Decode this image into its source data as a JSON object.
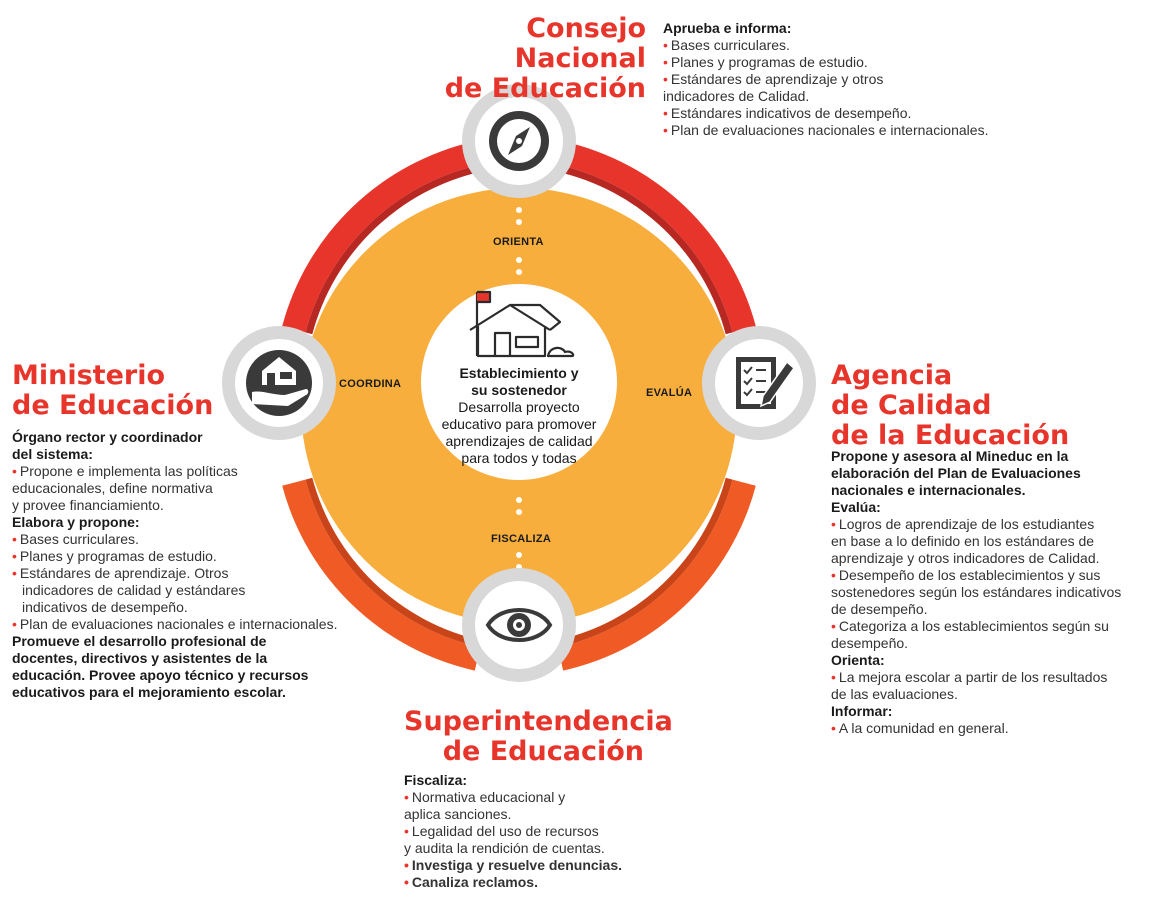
{
  "center": {
    "title_line1": "Establecimiento y",
    "title_line2": "su sostenedor",
    "desc_lines": [
      "Desarrolla proyecto",
      "educativo para promover",
      "aprendizajes de calidad",
      "para todos y todas"
    ]
  },
  "connectors": {
    "orienta": "ORIENTA",
    "coordina": "COORDINA",
    "evalua": "EVALÚA",
    "fiscaliza": "FISCALIZA"
  },
  "consejo": {
    "title_line1": "Consejo Nacional",
    "title_line2": "de Educación",
    "heading": "Aprueba e informa:",
    "items": [
      "Bases curriculares.",
      "Planes y programas de estudio.",
      "Estándares de aprendizaje y otros",
      "Estándares indicativos de desempeño.",
      "Plan de evaluaciones nacionales e internacionales."
    ],
    "continuation": "indicadores de Calidad."
  },
  "ministerio": {
    "title_line1": "Ministerio",
    "title_line2": "de Educación",
    "heading1_line1": "Órgano rector y coordinador",
    "heading1_line2": "del sistema:",
    "item1_line1": "Propone e implementa las políticas",
    "item1_line2": "educacionales, define normativa",
    "item1_line3": "y provee financiamiento.",
    "heading2": "Elabora y propone:",
    "items2": [
      "Bases curriculares.",
      "Planes y programas de estudio.",
      "Estándares de aprendizaje. Otros"
    ],
    "items2_cont1": "indicadores de calidad y estándares",
    "items2_cont2": "indicativos de desempeño.",
    "item_last": "Plan de evaluaciones nacionales e internacionales.",
    "bold_lines": [
      "Promueve el desarrollo profesional de",
      "docentes, directivos y asistentes de la",
      "educación. Provee apoyo técnico y recursos",
      "educativos para el mejoramiento escolar."
    ]
  },
  "agencia": {
    "title_line1": "Agencia",
    "title_line2": "de Calidad",
    "title_line3": "de la Educación",
    "intro_lines": [
      "Propone y asesora al Mineduc en la",
      "elaboración del Plan de Evaluaciones",
      "nacionales e internacionales."
    ],
    "heading_evalua": "Evalúa:",
    "evalua_item1": [
      "Logros de aprendizaje de los estudiantes",
      "en base a lo definido en los estándares de",
      "aprendizaje y otros indicadores de Calidad."
    ],
    "evalua_item2": [
      "Desempeño de los establecimientos y sus",
      "sostenedores según los estándares indicativos",
      "de desempeño."
    ],
    "evalua_item3": [
      "Categoriza a los establecimientos según su",
      "desempeño."
    ],
    "heading_orienta": "Orienta:",
    "orienta_item": [
      "La mejora escolar a partir de los resultados",
      "de las evaluaciones."
    ],
    "heading_informar": "Informar:",
    "informar_item": "A la comunidad en general."
  },
  "superintendencia": {
    "title_line1": "Superintendencia",
    "title_line2": "de Educación",
    "heading": "Fiscaliza:",
    "item1": [
      "Normativa educacional y",
      "aplica sanciones."
    ],
    "item2": [
      "Legalidad del uso de recursos",
      "y audita la  rendición de cuentas."
    ],
    "bold_item1": "Investiga y resuelve denuncias.",
    "bold_item2": "Canaliza reclamos."
  },
  "icons": {
    "consejo": "compass-icon",
    "ministerio": "house-in-hand-icon",
    "agencia": "checklist-pencil-icon",
    "superintendencia": "eye-icon",
    "center": "school-building-icon"
  },
  "colors": {
    "accent_red": "#e8352b",
    "ring_orange": "#f2662a",
    "disc_yellow": "#f8ae3d",
    "node_gray": "#d8d8d8",
    "node_dark": "#3a3a3a"
  }
}
